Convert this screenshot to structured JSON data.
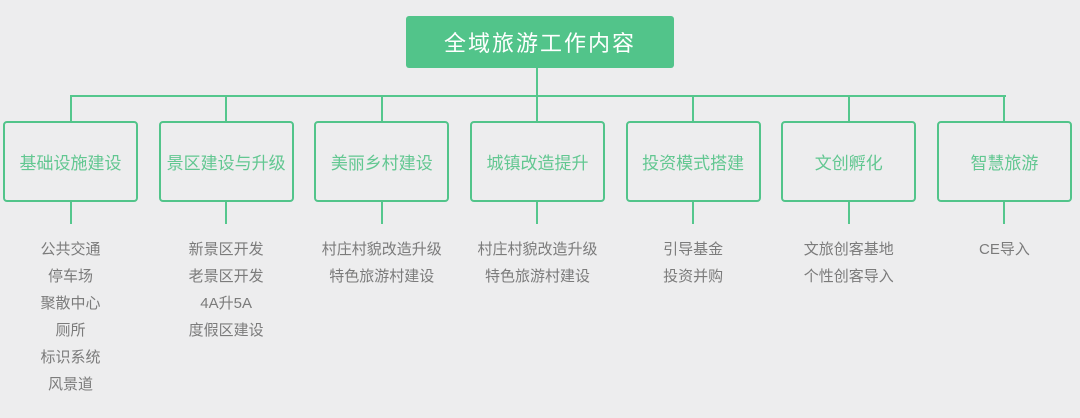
{
  "title": {
    "label": "全域旅游工作内容"
  },
  "colors": {
    "accent_green": "#52c48a",
    "line_green": "#55c78d",
    "box_text_green": "#62c791",
    "leaf_text_gray": "#7b7b7b",
    "title_text": "#ffffff",
    "background": "#ededee"
  },
  "branches": [
    {
      "label": "基础设施建设",
      "items": [
        "公共交通",
        "停车场",
        "聚散中心",
        "厕所",
        "标识系统",
        "风景道"
      ]
    },
    {
      "label": "景区建设与升级",
      "items": [
        "新景区开发",
        "老景区开发",
        "4A升5A",
        "度假区建设"
      ]
    },
    {
      "label": "美丽乡村建设",
      "items": [
        "村庄村貌改造升级",
        "特色旅游村建设"
      ]
    },
    {
      "label": "城镇改造提升",
      "items": [
        "村庄村貌改造升级",
        "特色旅游村建设"
      ]
    },
    {
      "label": "投资模式搭建",
      "items": [
        "引导基金",
        "投资并购"
      ]
    },
    {
      "label": "文创孵化",
      "items": [
        "文旅创客基地",
        "个性创客导入"
      ]
    },
    {
      "label": "智慧旅游",
      "items": [
        "CE导入"
      ]
    }
  ]
}
